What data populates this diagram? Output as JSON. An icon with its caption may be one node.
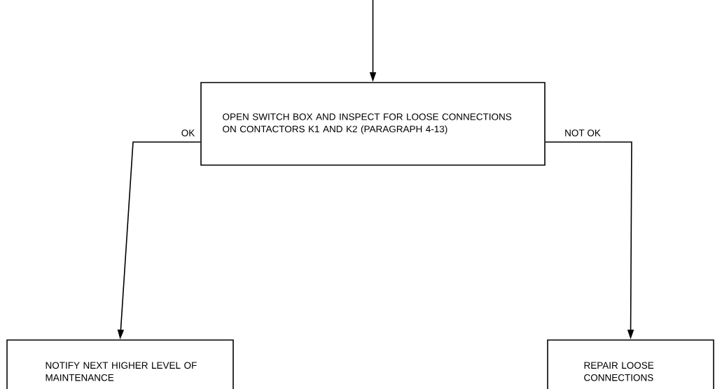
{
  "diagram": {
    "nodes": [
      {
        "text": [
          "OPEN SWITCH BOX AND INSPECT FOR LOOSE CONNECTIONS ON CONTACTORS K1 AND K2 (PARAGRAPH 4-13)"
        ]
      },
      {
        "text": [
          "NOTIFY NEXT HIGHER LEVEL OF MAINTENANCE"
        ]
      },
      {
        "text": [
          "REPAIR LOOSE CONNECTIONS"
        ]
      }
    ],
    "edges": [
      {
        "from": null,
        "to": 0,
        "arrow": "to"
      },
      {
        "from": 0,
        "to": 1,
        "arrow": "to",
        "label": "OK"
      },
      {
        "from": 0,
        "to": 2,
        "arrow": "to",
        "label": "NOT OK"
      }
    ]
  }
}
